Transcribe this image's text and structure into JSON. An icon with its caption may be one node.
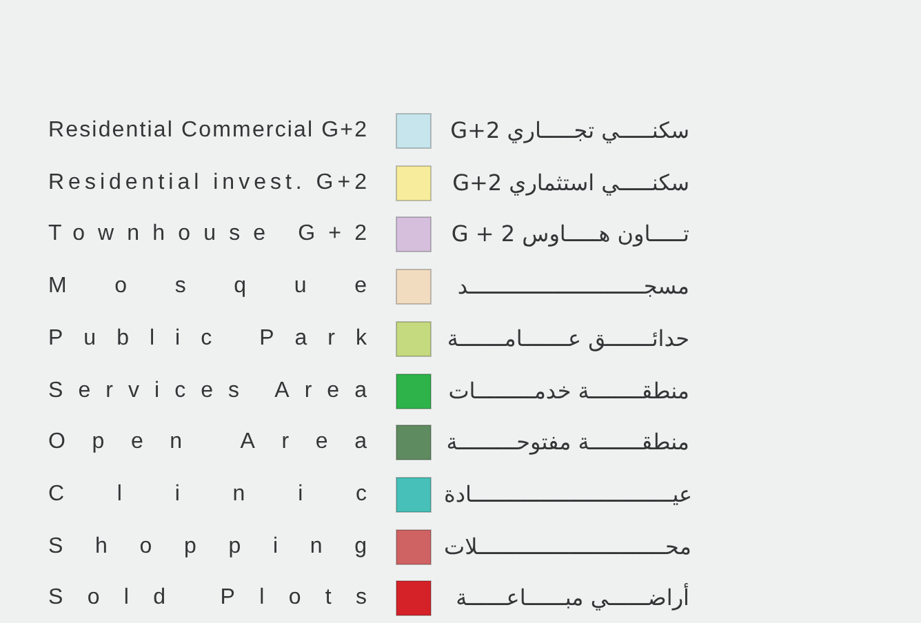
{
  "diagram": {
    "legend": [
      {
        "text": "Residential Commercial G+2",
        "color": "#c6e5ec"
      },
      {
        "text": "Residential invest. G+2",
        "color": "#f7ec9b"
      },
      {
        "text": "Townhouse G+2",
        "color": "#d5bfdd"
      },
      {
        "text": "Mosque",
        "color": "#f2dcc0"
      },
      {
        "text": "Public Park",
        "color": "#c5d97f"
      },
      {
        "text": "Services Area",
        "color": "#2db34a"
      },
      {
        "text": "Open Area",
        "color": "#5f8b61"
      },
      {
        "text": "Clinic",
        "color": "#46c0b8"
      },
      {
        "text": "Shopping",
        "color": "#cf6262"
      },
      {
        "text": "Sold Plots",
        "color": "#d42228"
      }
    ],
    "labels": [
      "سكنـــــي تجـــــاري G+2",
      "سكنـــــي استثماري G+2",
      "تـــــاون هـــــاوس G + 2",
      "مسجـــــــــــــــــــــــــــد",
      "حدائـــــــق عـــــــامـــــــة",
      "منطقــــــــة خدمـــــــــات",
      "منطقــــــــة مفتوحـــــــــة",
      "عيـــــــــــــــــــــــــــــــادة",
      "محـــــــــــــــــــــــــــــلات",
      "أراضــــــي مبــــــاعــــــة"
    ]
  }
}
